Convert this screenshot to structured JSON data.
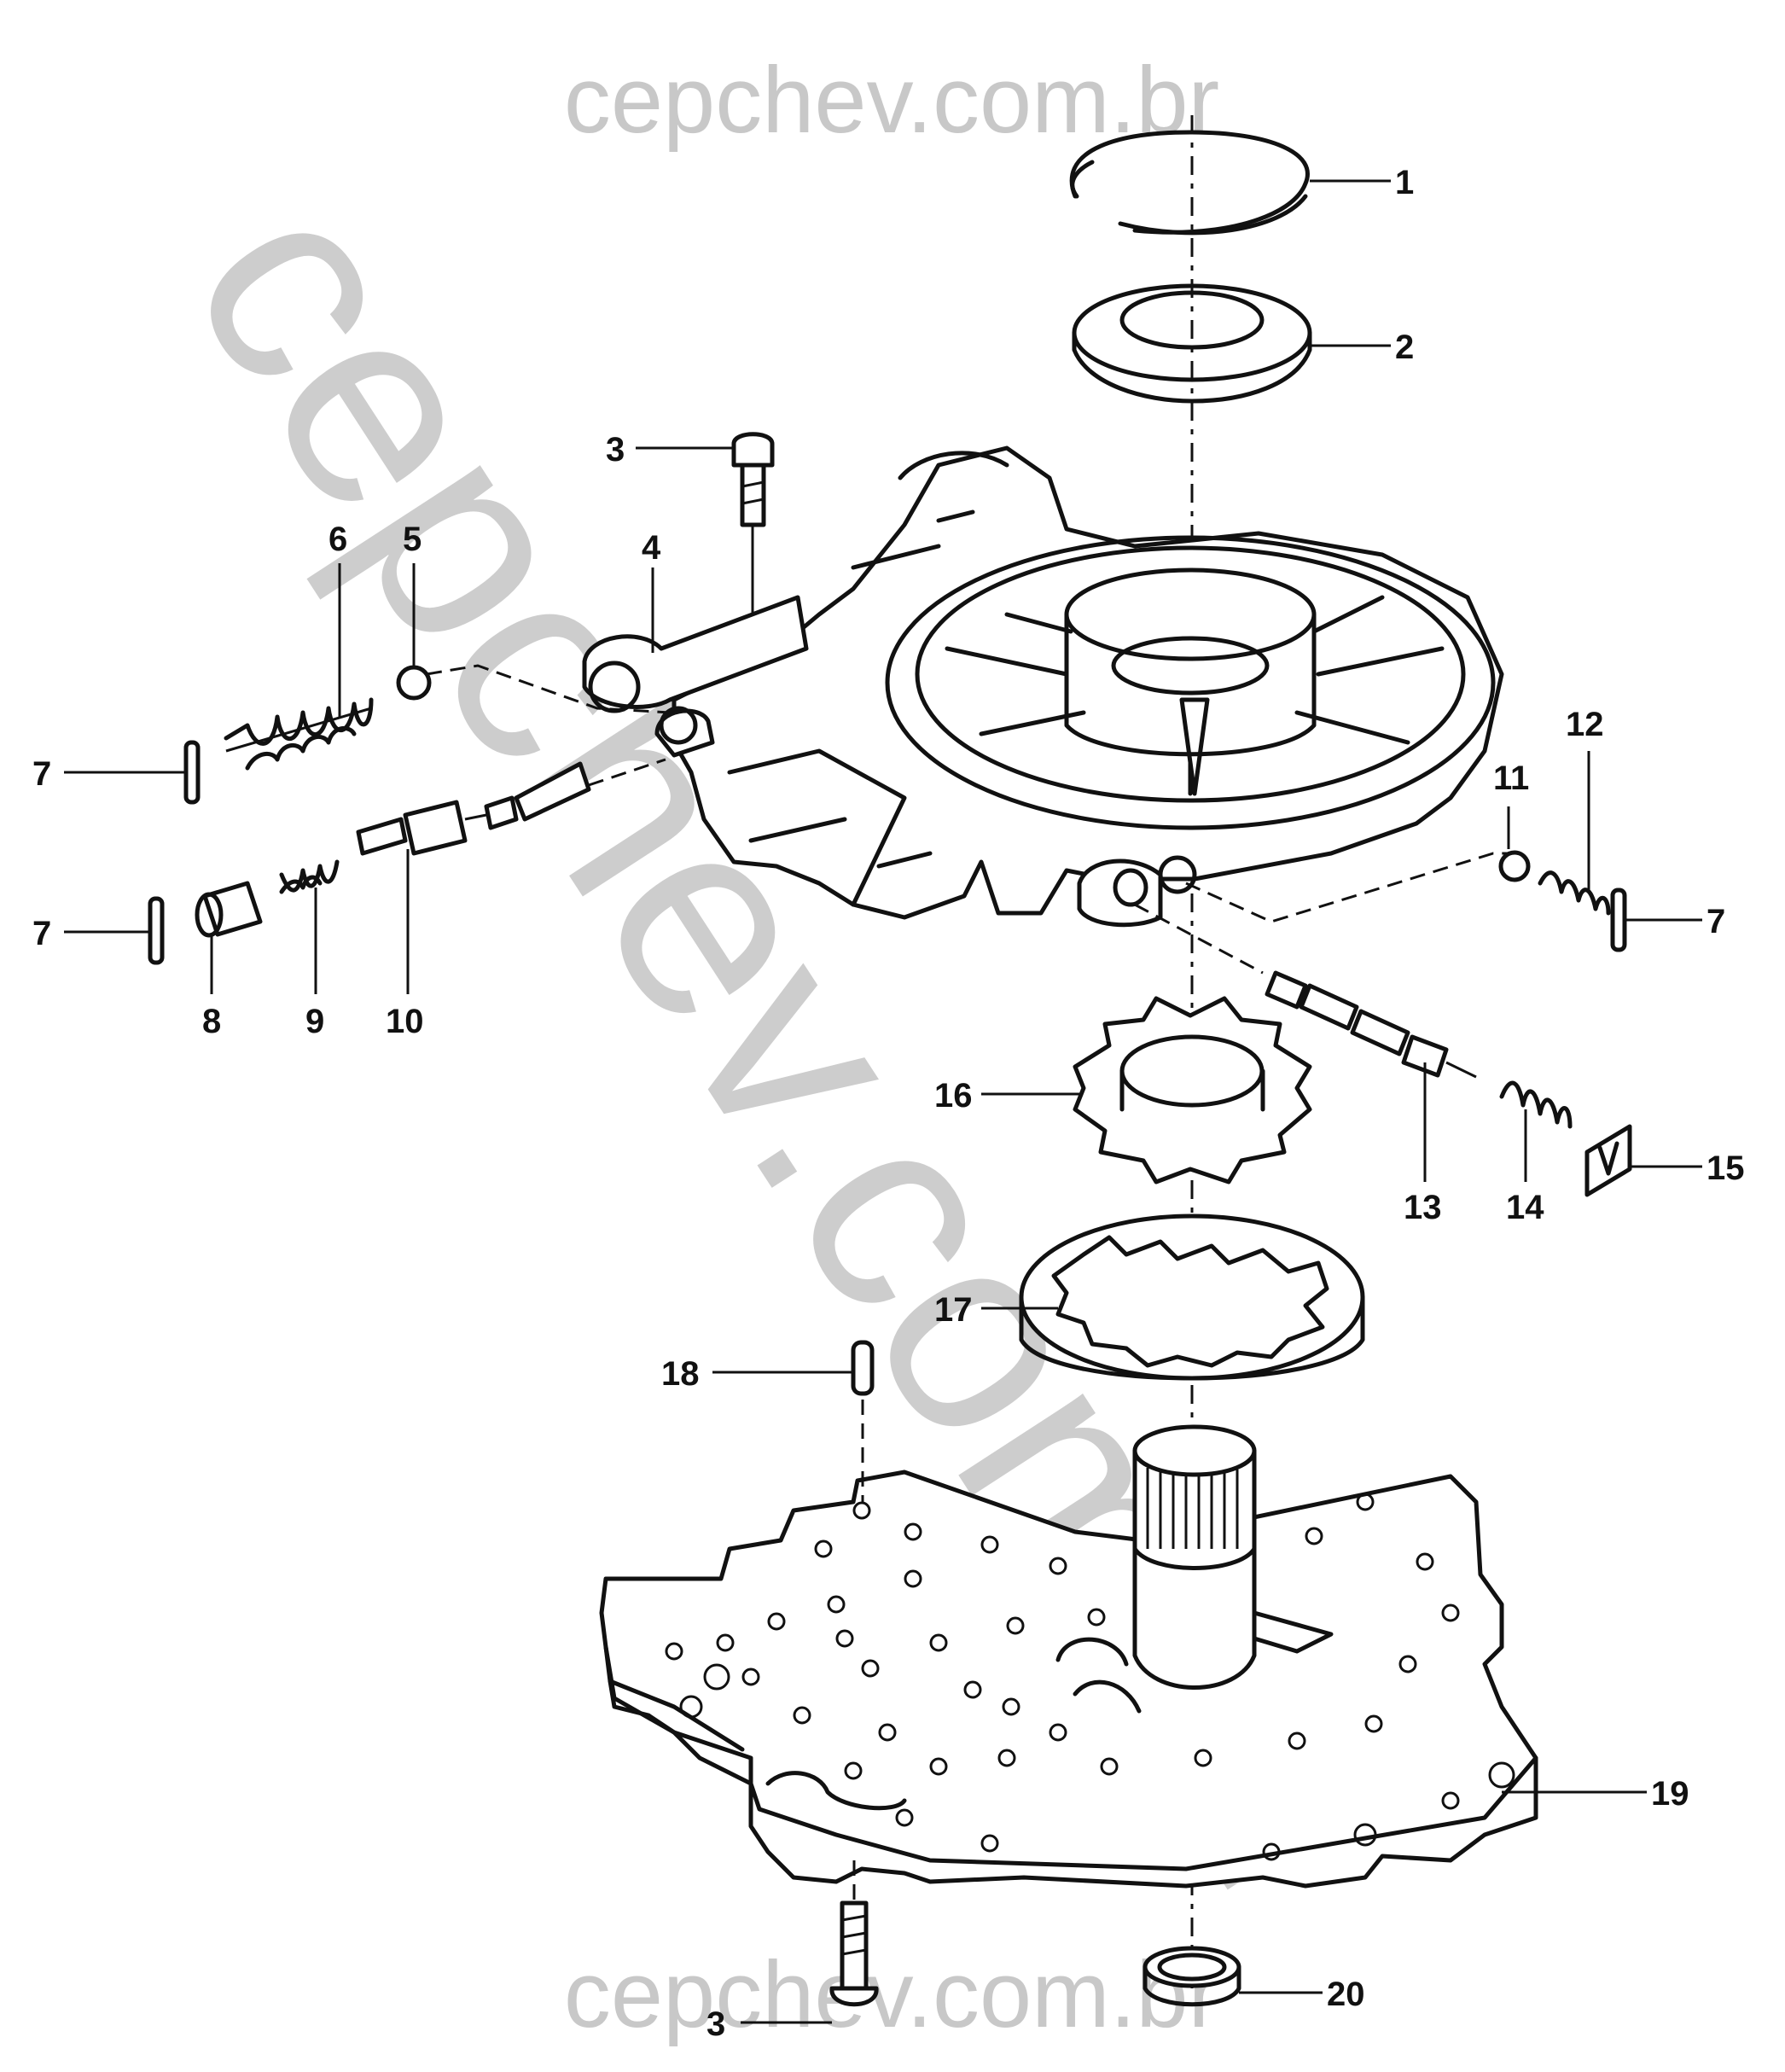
{
  "watermark": {
    "top": "cepchev.com.br",
    "diagonal": "cepchev.com.br",
    "bottom": "cepchev.com.br"
  },
  "callouts": [
    "1",
    "2",
    "3",
    "4",
    "5",
    "6",
    "7",
    "7",
    "7",
    "8",
    "9",
    "10",
    "11",
    "12",
    "13",
    "14",
    "15",
    "16",
    "17",
    "18",
    "19",
    "20",
    "3"
  ]
}
